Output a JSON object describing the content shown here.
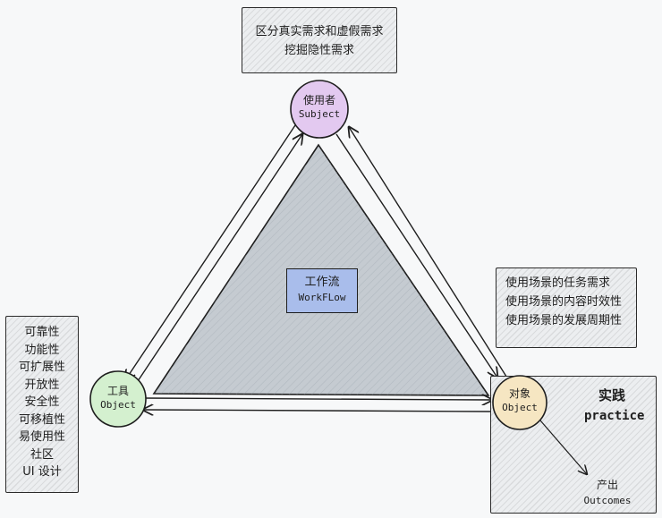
{
  "subject_requirements": [
    "区分真实需求和虚假需求",
    "挖掘隐性需求"
  ],
  "subject": {
    "title": "使用者",
    "sub": "Subject"
  },
  "workflow": {
    "title": "工作流",
    "sub": "WorkFLow"
  },
  "object_requirements": [
    "使用场景的任务需求",
    "使用场景的内容时效性",
    "使用场景的发展周期性"
  ],
  "tool_qualities": [
    "可靠性",
    "功能性",
    "可扩展性",
    "开放性",
    "安全性",
    "可移植性",
    "易使用性",
    "社区",
    "UI 设计"
  ],
  "tool": {
    "title": "工具",
    "sub": "Object"
  },
  "object": {
    "title": "对象",
    "sub": "Object"
  },
  "practice": {
    "title": "实践",
    "sub": "practice"
  },
  "outcome": {
    "title": "产出",
    "sub": "Outcomes"
  },
  "colors": {
    "triangle_fill": "#c5cbd1",
    "subject_fill": "#e3c9f0",
    "tool_fill": "#d4f0cf",
    "object_fill": "#f6e6c2",
    "workflow_fill": "#a9bdeb"
  }
}
